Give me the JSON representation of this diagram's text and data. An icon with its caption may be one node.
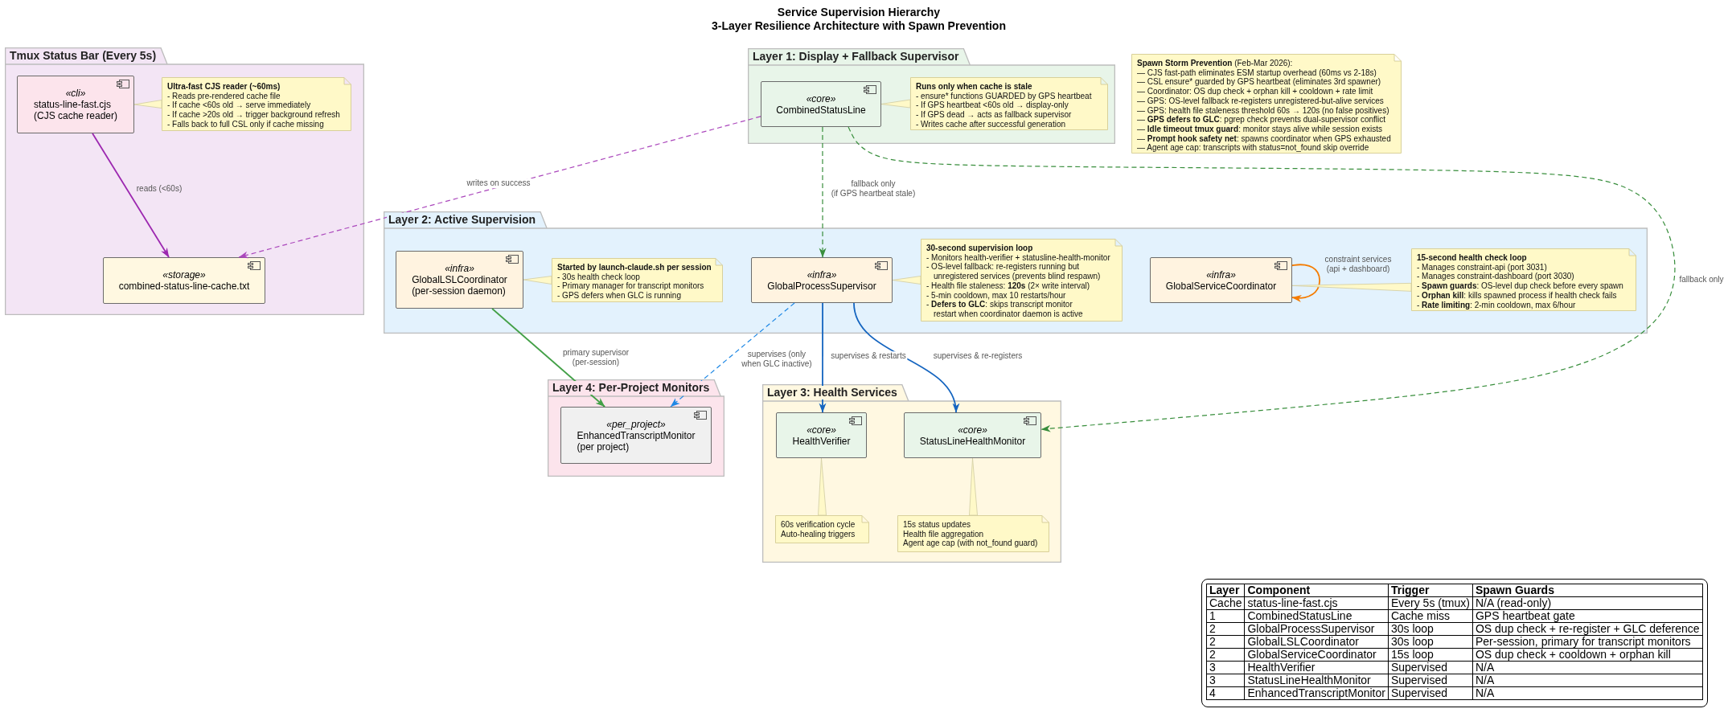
{
  "diagram": {
    "title": "Service Supervision Hierarchy 3-Layer Resilience Architecture with Spawn Prevention",
    "nodes": [
      {
        "text": [
          "Tmux Status Bar (Every 5s)"
        ]
      },
      {
        "text": [
          "«cli»",
          "status-line-fast.cjs (CJS cache reader)"
        ],
        "in": 0
      },
      {
        "text": [
          "Ultra-fast CJS reader (~60ms)",
          "- Reads pre-rendered cache file",
          "- If cache <60s old → serve immediately",
          "- If cache >20s old → trigger background refresh",
          "- Falls back to full CSL only if cache missing"
        ],
        "in": 0
      },
      {
        "text": [
          "«storage»",
          "combined-status-line-cache.txt"
        ],
        "in": 0
      },
      {
        "text": [
          "Layer 1: Display + Fallback Supervisor"
        ]
      },
      {
        "text": [
          "«core»",
          "CombinedStatusLine"
        ],
        "in": 4
      },
      {
        "text": [
          "Runs only when cache is stale",
          "- ensure* functions GUARDED by GPS heartbeat",
          "- If GPS heartbeat <60s old → display-only",
          "- If GPS dead → acts as fallback supervisor",
          "- Writes cache after successful generation"
        ],
        "in": 4
      },
      {
        "text": [
          "**Spawn Storm Prevention** (Feb-Mar 2026):",
          "— CJS fast-path eliminates ESM startup overhead (60ms vs 2-18s)",
          "— CSL ensure* guarded by GPS heartbeat (eliminates 3rd spawner)",
          "— Coordinator: OS dup check + orphan kill + cooldown + rate limit",
          "— GPS: OS-level fallback re-registers unregistered-but-alive services",
          "— GPS: health file staleness threshold 60s → 120s (no false positives)",
          "— **GPS defers to GLC**: pgrep check prevents dual-supervisor conflict",
          "— **Idle timeout tmux guard**: monitor stays alive while session exists",
          "— **Prompt hook safety net**: spawns coordinator when GPS exhausted",
          "— Agent age cap: transcripts with status=not_found skip override"
        ]
      },
      {
        "text": [
          "Layer 2: Active Supervision"
        ]
      },
      {
        "text": [
          "«infra»",
          "GlobalLSLCoordinator (per-session daemon)"
        ],
        "in": 8
      },
      {
        "text": [
          "Started by launch-claude.sh per session",
          "- 30s health check loop",
          "- Primary manager for transcript monitors",
          "- GPS defers when GLC is running"
        ],
        "in": 8
      },
      {
        "text": [
          "«infra»",
          "GlobalProcessSupervisor"
        ],
        "in": 8
      },
      {
        "text": [
          "30-second supervision loop",
          "- Monitors health-verifier + statusline-health-monitor",
          "- OS-level fallback: re-registers running but unregistered services (prevents blind respawn)",
          "- Health file staleness: **120s** (2× write interval)",
          "- 5-min cooldown, max 10 restarts/hour",
          "- **Defers to GLC**: skips transcript monitor restart when coordinator daemon is active"
        ],
        "in": 8
      },
      {
        "text": [
          "«infra»",
          "GlobalServiceCoordinator"
        ],
        "in": 8
      },
      {
        "text": [
          "15-second health check loop",
          "- Manages constraint-api (port 3031)",
          "- Manages constraint-dashboard (port 3030)",
          "- **Spawn guards**: OS-level dup check before every spawn",
          "- **Orphan kill**: kills spawned process if health check fails",
          "- **Rate limiting**: 2-min cooldown, max 6/hour"
        ],
        "in": 8
      },
      {
        "text": [
          "Layer 4: Per-Project Monitors"
        ]
      },
      {
        "text": [
          "«per_project»",
          "EnhancedTranscriptMonitor (per project)"
        ],
        "in": 15
      },
      {
        "text": [
          "Layer 3: Health Services"
        ]
      },
      {
        "text": [
          "«core»",
          "HealthVerifier"
        ],
        "in": 17
      },
      {
        "text": [
          "«core»",
          "StatusLineHealthMonitor"
        ],
        "in": 17
      },
      {
        "text": [
          "60s verification cycle",
          "Auto-healing triggers"
        ],
        "in": 17
      },
      {
        "text": [
          "15s status updates",
          "Health file aggregation",
          "Agent age cap (with not_found guard)"
        ],
        "in": 17
      }
    ],
    "edges": [
      {
        "from": 1,
        "to": 3,
        "arrow": "to",
        "label": "reads (<60s)",
        "color": "#9c27b0"
      },
      {
        "from": 5,
        "to": 3,
        "arrow": "to",
        "label": "writes on success",
        "style": "dashed",
        "color": "#ab47bc"
      },
      {
        "from": 5,
        "to": 11,
        "arrow": "to",
        "label": "fallback only (if GPS heartbeat stale)",
        "style": "dashed",
        "color": "#388e3c"
      },
      {
        "from": 5,
        "to": 19,
        "arrow": "to",
        "label": "fallback only",
        "style": "dashed",
        "color": "#388e3c"
      },
      {
        "from": 9,
        "to": 16,
        "arrow": "to",
        "label": "primary supervisor (per-session)",
        "color": "#43a047"
      },
      {
        "from": 11,
        "to": 16,
        "arrow": "to",
        "label": "supervises (only when GLC inactive)",
        "style": "dashed",
        "color": "#1e88e5"
      },
      {
        "from": 11,
        "to": 18,
        "arrow": "to",
        "label": "supervises & restarts",
        "color": "#1565c0"
      },
      {
        "from": 11,
        "to": 19,
        "arrow": "to",
        "label": "supervises & re-registers",
        "color": "#1565c0"
      },
      {
        "from": 13,
        "to": 13,
        "arrow": "to",
        "label": "constraint services (api + dashboard)",
        "color": "#f57c00"
      },
      {
        "from": 2,
        "to": 1,
        "arrow": "none",
        "color": "#fff9c8"
      },
      {
        "from": 6,
        "to": 5,
        "arrow": "none",
        "color": "#fff9c8"
      },
      {
        "from": 10,
        "to": 9,
        "arrow": "none",
        "color": "#fff9c8"
      },
      {
        "from": 12,
        "to": 11,
        "arrow": "none",
        "color": "#fff9c8"
      },
      {
        "from": 14,
        "to": 13,
        "arrow": "none",
        "color": "#fff9c8"
      },
      {
        "from": 20,
        "to": 18,
        "arrow": "none",
        "color": "#fff9c8"
      },
      {
        "from": 21,
        "to": 19,
        "arrow": "none",
        "color": "#fff9c8"
      }
    ],
    "labels": [
      "Layer",
      "Component",
      "Trigger",
      "Spawn Guards",
      "Cache",
      "status-line-fast.cjs",
      "Every 5s (tmux)",
      "N/A (read-only)",
      "1",
      "CombinedStatusLine",
      "Cache miss",
      "GPS heartbeat gate",
      "2",
      "GlobalProcessSupervisor",
      "30s loop",
      "OS dup check + re-register + GLC deference",
      "2",
      "GlobalLSLCoordinator",
      "30s loop",
      "Per-session, primary for transcript monitors",
      "2",
      "GlobalServiceCoordinator",
      "15s loop",
      "OS dup check + cooldown + orphan kill",
      "3",
      "HealthVerifier",
      "Supervised",
      "N/A",
      "3",
      "StatusLineHealthMonitor",
      "Supervised",
      "N/A",
      "4",
      "EnhancedTranscriptMonitor",
      "Supervised",
      "N/A"
    ]
  }
}
